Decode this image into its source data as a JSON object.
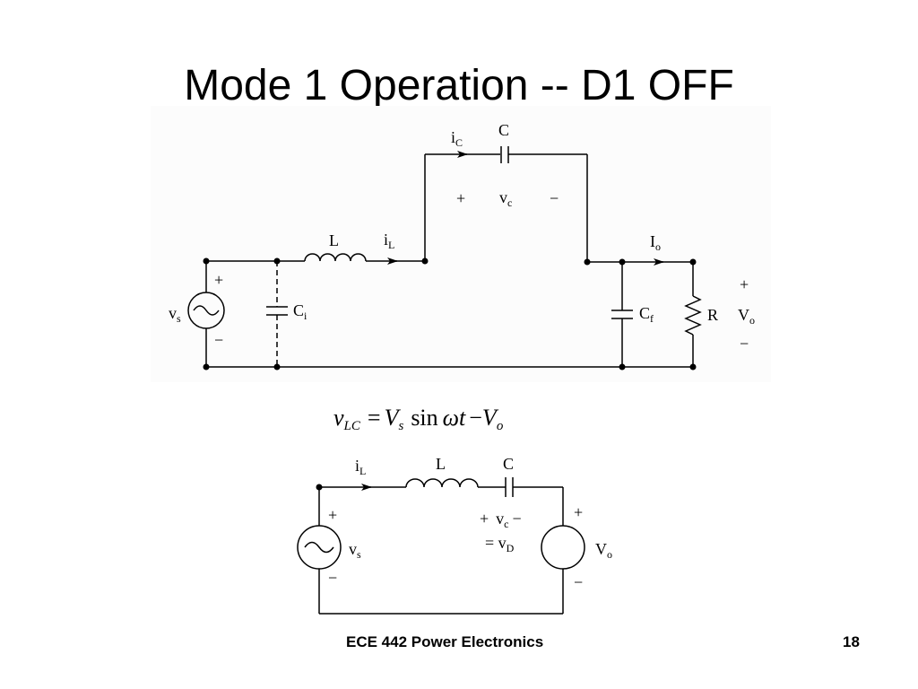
{
  "slide": {
    "title": "Mode 1 Operation -- D1 OFF",
    "footer": "ECE 442 Power Electronics",
    "page_number": "18"
  },
  "equation": {
    "lhs_v": "v",
    "lhs_sub": "LC",
    "eq": "=",
    "V": "V",
    "V_sub": "s",
    "sin": "sin",
    "omega_t": "ωt",
    "minus": "−",
    "Vo": "V",
    "Vo_sub": "o"
  },
  "circuit1": {
    "ic": "i",
    "ic_sub": "C",
    "C": "C",
    "plus": "+",
    "vc": "v",
    "vc_sub": "c",
    "minus": "−",
    "L": "L",
    "iL": "i",
    "iL_sub": "L",
    "Io": "I",
    "Io_sub": "o",
    "src_plus": "+",
    "vs": "v",
    "vs_sub": "s",
    "src_minus": "−",
    "Ci": "C",
    "Ci_sub": "i",
    "Cf": "C",
    "Cf_sub": "f",
    "R": "R",
    "out_plus": "+",
    "Vo": "V",
    "Vo_sub": "o",
    "out_minus": "−"
  },
  "circuit2": {
    "iL": "i",
    "iL_sub": "L",
    "L": "L",
    "C": "C",
    "src_plus": "+",
    "vs": "v",
    "vs_sub": "s",
    "src_minus": "−",
    "vc_plus": "+",
    "vc": "v",
    "vc_sub": "c",
    "vc_minus": "−",
    "eq_vd": "= v",
    "vd_sub": "D",
    "dc_plus": "+",
    "Vo": "V",
    "Vo_sub": "o",
    "dc_minus": "−"
  }
}
